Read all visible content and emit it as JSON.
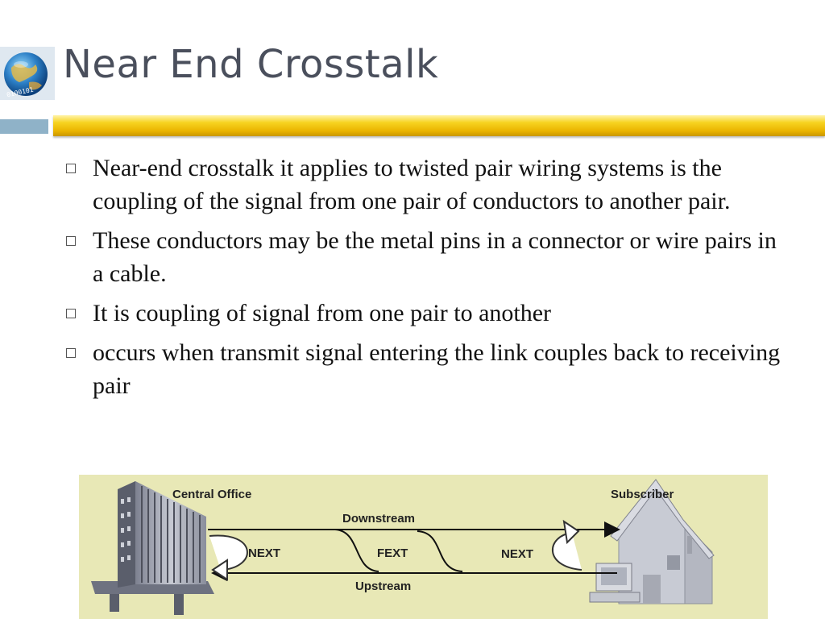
{
  "slide": {
    "title": "Near End Crosstalk",
    "accent_color": "#f2c40e",
    "title_color": "#4a4f5c"
  },
  "logo": {
    "icon": "globe-icon",
    "text": "0100101"
  },
  "bullets": [
    "Near-end crosstalk it applies to twisted pair wiring systems is the coupling of the signal from one pair of conductors to another pair.",
    "These conductors may be the metal pins in a connector or wire pairs in a cable.",
    "It is coupling of signal from one pair to another",
    "occurs when transmit signal entering the link couples back to receiving pair"
  ],
  "diagram": {
    "central_office": "Central Office",
    "subscriber": "Subscriber",
    "downstream": "Downstream",
    "upstream": "Upstream",
    "next_left": "NEXT",
    "fext": "FEXT",
    "next_right": "NEXT",
    "background_color": "#e8e8b6"
  }
}
